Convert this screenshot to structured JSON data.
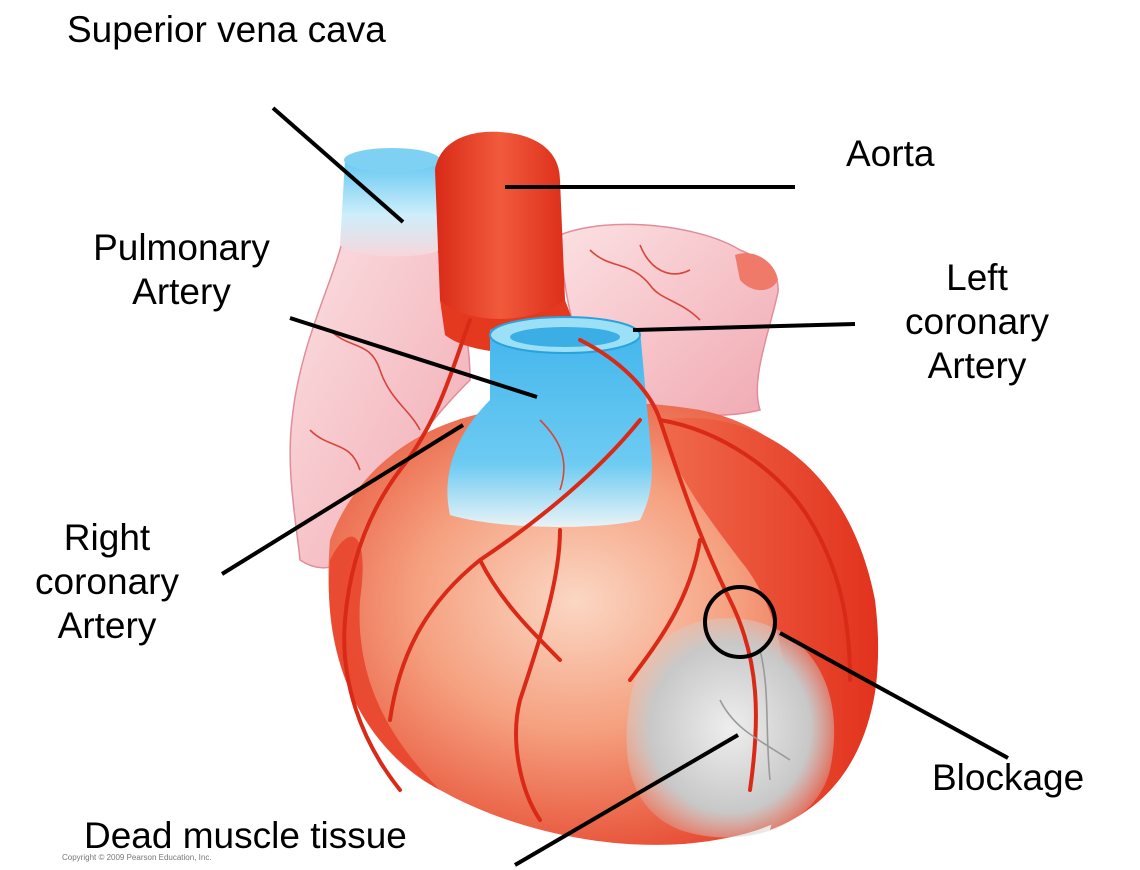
{
  "labels": {
    "superior_vena_cava": "Superior vena cava",
    "aorta": "Aorta",
    "pulmonary_artery": [
      "Pulmonary",
      "Artery"
    ],
    "left_coronary_artery": [
      "Left",
      "coronary",
      "Artery"
    ],
    "right_coronary_artery": [
      "Right",
      "coronary",
      "Artery"
    ],
    "blockage": "Blockage",
    "dead_muscle_tissue": "Dead muscle tissue"
  },
  "copyright": "Copyright © 2009 Pearson Education, Inc.",
  "colors": {
    "heart_muscle": "#e8432a",
    "heart_light": "#f7b49a",
    "atrium_pink": "#f6c6cc",
    "vein_blue": "#5cc3ef",
    "dead_tissue": "#c9c9c9",
    "leader_line": "#000000"
  }
}
